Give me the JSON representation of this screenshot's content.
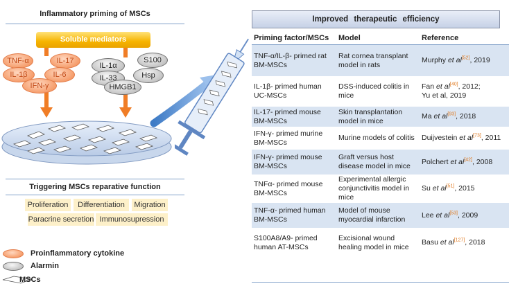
{
  "left_panel": {
    "title": "Inflammatory priming of MSCs",
    "soluble_label": "Soluble mediators",
    "cytokines": [
      "TNF-α",
      "IL-17",
      "IL-1β",
      "IL-6",
      "IFN-γ"
    ],
    "alarmins": [
      "IL-1α",
      "S100",
      "IL-33",
      "Hsp",
      "HMGB1"
    ],
    "trigger_title": "Triggering MSCs reparative function",
    "functions": [
      "Proliferation",
      "Differentiation",
      "Migration",
      "Paracrine secretion",
      "Immunosupression"
    ],
    "legend": {
      "cytokine": "Proinflammatory cytokine",
      "alarmin": "Alarmin",
      "mscs": "MSCs"
    },
    "colors": {
      "arrow": "#f07d26",
      "cytokine_fill": "#f59a67",
      "alarmin_fill": "#bdbdbd",
      "mediator_box": "#f6b400"
    }
  },
  "table": {
    "title": "Improved   therapeutic   efficiency",
    "headers": [
      "Priming factor/MSCs",
      "Model",
      "Reference"
    ],
    "rows": [
      {
        "factor": "TNF-α/IL-β- primed rat BM-MSCs",
        "model": "Rat cornea transplant model in rats",
        "author": "Murphy",
        "etal": "et al",
        "cite": "[52]",
        "year": ", 2019",
        "extra": ""
      },
      {
        "factor": "IL-1β- primed human UC-MSCs",
        "model": "DSS-induced colitis in mice",
        "author": "Fan",
        "etal": "et al",
        "cite": "[40]",
        "year": ", 2012;",
        "extra": "Yu et al, 2019"
      },
      {
        "factor": "IL-17- primed mouse BM-MSCs",
        "model": "Skin transplantation model in mice",
        "author": "Ma",
        "etal": "et al",
        "cite": "[93]",
        "year": ", 2018",
        "extra": ""
      },
      {
        "factor": "IFN-γ- primed murine BM-MSCs",
        "model": "Murine models of colitis",
        "author": "Duijvestein",
        "etal": "et al",
        "cite": "[73]",
        "year": ", 2011",
        "extra": ""
      },
      {
        "factor": "IFN-γ- primed mouse BM-MSCs",
        "model": "Graft versus host disease model in mice",
        "author": "Polchert",
        "etal": "et al",
        "cite": "[42]",
        "year": ", 2008",
        "extra": ""
      },
      {
        "factor": "TNFα- primed mouse BM-MSCs",
        "model": "Experimental allergic conjunctivitis model in mice",
        "author": "Su",
        "etal": "et al",
        "cite": "[51]",
        "year": ", 2015",
        "extra": ""
      },
      {
        "factor": "TNF-α- primed human BM-MSCs",
        "model": "Model of mouse myocardial infarction",
        "author": "Lee",
        "etal": "et al",
        "cite": "[53]",
        "year": ", 2009",
        "extra": ""
      },
      {
        "factor": "S100A8/A9- primed human AT-MSCs",
        "model": "Excisional wound healing model in mice",
        "author": "Basu",
        "etal": "et al",
        "cite": "[127]",
        "year": ", 2018",
        "extra": ""
      }
    ]
  }
}
